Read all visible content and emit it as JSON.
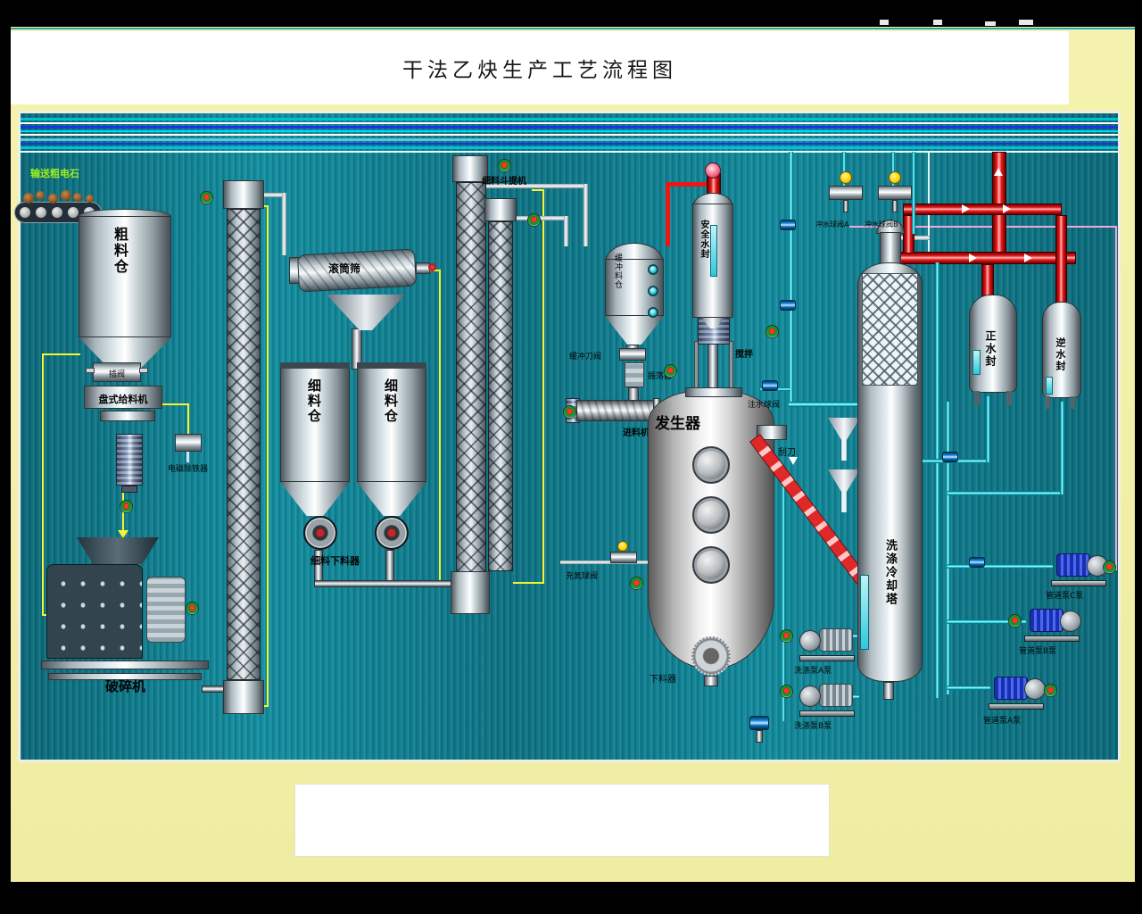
{
  "title": "干法乙炔生产工艺流程图",
  "labels": {
    "conveyor": "输送粗电石",
    "coarse_silo": "粗料仓",
    "slide_valve": "插阀",
    "disc_feeder": "盘式给料机",
    "magnetic_separator": "电磁除铁器",
    "crusher": "破碎机",
    "drum_screen": "滚筒筛",
    "fine_silo": "细料仓",
    "fine_discharger": "细料下料器",
    "bucket_elevator": "细料斗提机",
    "buffer_silo": "缓冲料仓",
    "buffer_knife_valve": "缓冲刀阀",
    "shaker": "振落器",
    "feeder": "进料机",
    "generator": "发生器",
    "safety_water_seal": "安全水封",
    "agitator": "搅拌",
    "water_fill_valve": "注水球阀",
    "scraper": "刮刀",
    "nitrogen_valve": "充氮球阀",
    "bottom_discharger": "下料器",
    "wash_tower": "洗涤冷却塔",
    "flush_valve_a": "冲水球阀A",
    "flush_valve_b": "冲水球阀B",
    "forward_seal": "正水封",
    "reverse_seal": "逆水封",
    "wash_pump_a": "洗涤泵A泵",
    "wash_pump_b": "洗涤泵B泵",
    "pipe_pump_a": "管道泵A泵",
    "pipe_pump_b": "管道泵B泵",
    "pipe_pump_c": "管道泵C泵"
  },
  "colors": {
    "background_teal": "#0b7c8c",
    "frame_yellow": "#f2f0a6",
    "gas_pipe_red": "#e81818",
    "water_pipe_cyan": "#12c8da",
    "signal_yellow": "#f6f62e",
    "status_red": "#ff3030",
    "status_green": "#0c9c2c",
    "conveyor_label_green": "#9cf01c"
  }
}
